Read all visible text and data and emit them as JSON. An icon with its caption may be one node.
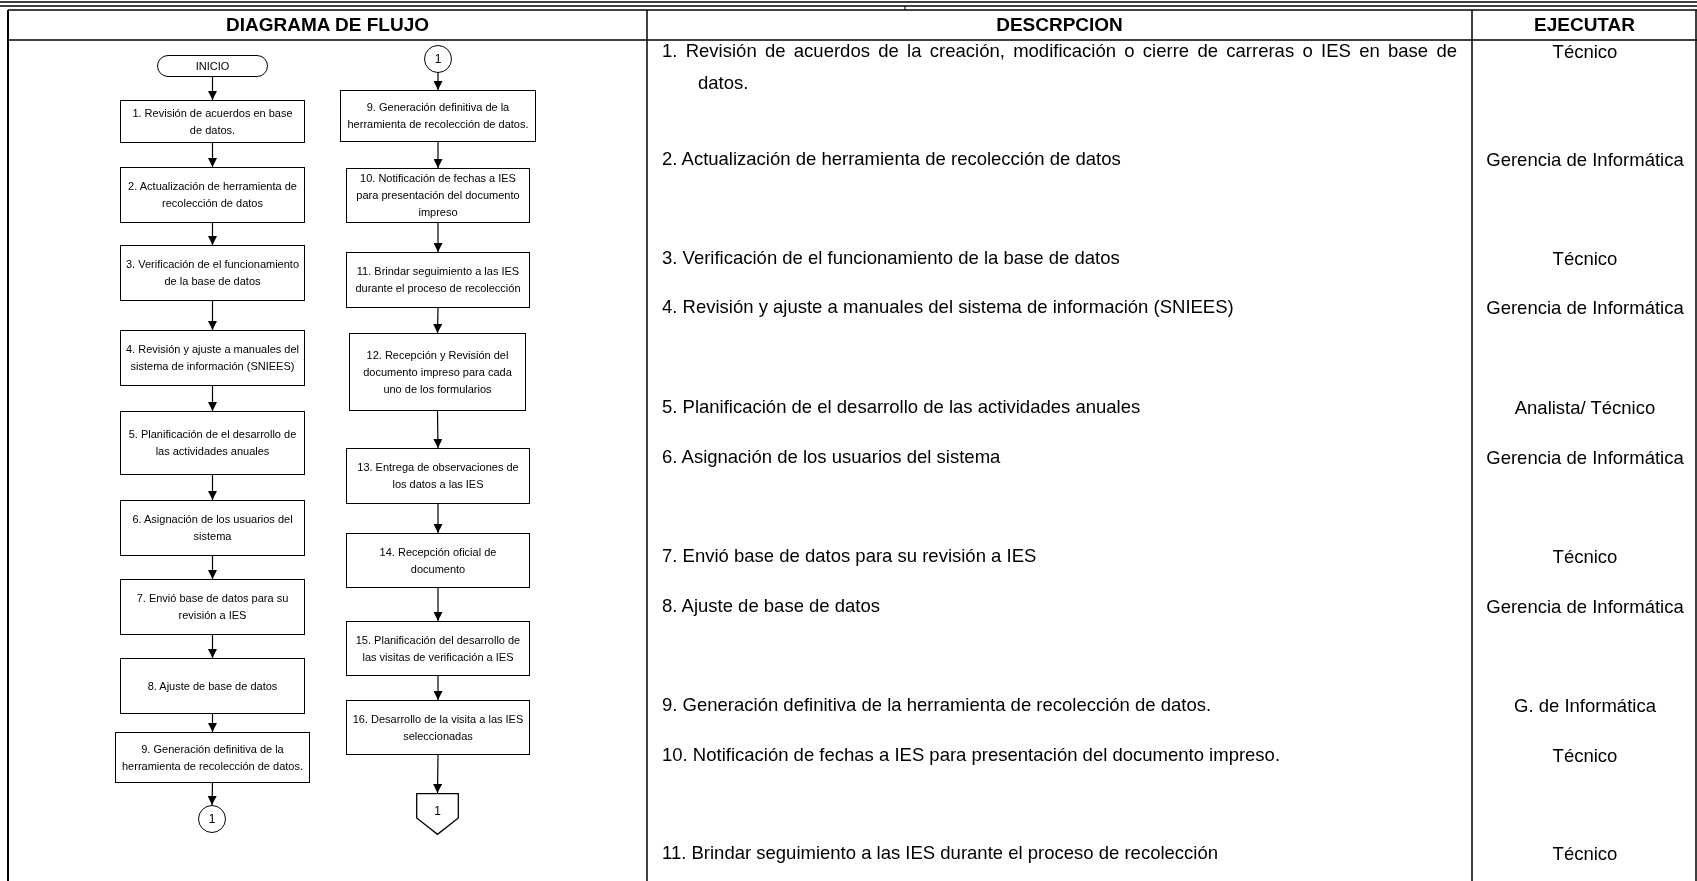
{
  "diagram": {
    "nodes": [
      {
        "text": [
          "INICIO"
        ]
      },
      {
        "text": [
          "1. Revisión de acuerdos  en base de datos."
        ]
      },
      {
        "text": [
          "2. Actualización  de herramienta de recolección de datos"
        ]
      },
      {
        "text": [
          "3. Verificación de  el funcionamiento de la base de datos"
        ]
      },
      {
        "text": [
          "4. Revisión y ajuste a manuales del sistema de información (SNIEES)"
        ]
      },
      {
        "text": [
          "5. Planificación de el desarrollo de las actividades anuales"
        ]
      },
      {
        "text": [
          "6. Asignación de los usuarios del sistema"
        ]
      },
      {
        "text": [
          "7. Envió base de datos para su revisión a IES"
        ]
      },
      {
        "text": [
          "8. Ajuste de base de datos"
        ]
      },
      {
        "text": [
          "9. Generación definitiva de la herramienta de recolección de datos."
        ]
      },
      {
        "text": [
          "1"
        ]
      },
      {
        "text": [
          "1"
        ]
      },
      {
        "text": [
          "9. Generación definitiva de la herramienta de recolección de datos."
        ]
      },
      {
        "text": [
          "10. Notificación  de fechas a IES para presentación del documento impreso"
        ]
      },
      {
        "text": [
          "11. Brindar seguimiento a las IES durante el proceso de recolección"
        ]
      },
      {
        "text": [
          "12. Recepción y Revisión del documento impreso para cada uno de los formularios"
        ]
      },
      {
        "text": [
          "13. Entrega de observaciones de los datos a las IES"
        ]
      },
      {
        "text": [
          "14. Recepción oficial de documento"
        ]
      },
      {
        "text": [
          "15. Planificación del desarrollo de las visitas de verificación a IES"
        ]
      },
      {
        "text": [
          "16. Desarrollo de la visita a las IES  seleccionadas"
        ]
      },
      {
        "text": [
          "1"
        ]
      }
    ],
    "edges": [
      {
        "from": 0,
        "to": 1,
        "arrow": "to"
      },
      {
        "from": 1,
        "to": 2,
        "arrow": "to"
      },
      {
        "from": 2,
        "to": 3,
        "arrow": "to"
      },
      {
        "from": 3,
        "to": 4,
        "arrow": "to"
      },
      {
        "from": 4,
        "to": 5,
        "arrow": "to"
      },
      {
        "from": 5,
        "to": 6,
        "arrow": "to"
      },
      {
        "from": 6,
        "to": 7,
        "arrow": "to"
      },
      {
        "from": 7,
        "to": 8,
        "arrow": "to"
      },
      {
        "from": 8,
        "to": 9,
        "arrow": "to"
      },
      {
        "from": 9,
        "to": 10,
        "arrow": "to"
      },
      {
        "from": 11,
        "to": 12,
        "arrow": "to"
      },
      {
        "from": 12,
        "to": 13,
        "arrow": "to"
      },
      {
        "from": 13,
        "to": 14,
        "arrow": "to"
      },
      {
        "from": 14,
        "to": 15,
        "arrow": "to"
      },
      {
        "from": 15,
        "to": 16,
        "arrow": "to"
      },
      {
        "from": 16,
        "to": 17,
        "arrow": "to"
      },
      {
        "from": 17,
        "to": 18,
        "arrow": "to"
      },
      {
        "from": 18,
        "to": 19,
        "arrow": "to"
      },
      {
        "from": 19,
        "to": 20,
        "arrow": "to"
      }
    ],
    "labels": [
      "DIAGRAMA DE FLUJO",
      "DESCRPCION",
      "EJECUTAR",
      "1. Revisión de acuerdos de la creación, modificación o cierre de carreras o IES en base de datos.",
      "Técnico",
      "2. Actualización  de herramienta de recolección de datos",
      "Gerencia de Informática",
      "3. Verificación de  el funcionamiento de la base de datos",
      "Técnico",
      "4. Revisión y ajuste a manuales del sistema de información (SNIEES)",
      "Gerencia de Informática",
      "5. Planificación de el desarrollo de las actividades anuales",
      "Analista/ Técnico",
      "6. Asignación de los  usuarios del sistema",
      "Gerencia de Informática",
      "7. Envió base de datos para su revisión a IES",
      "Técnico",
      "8. Ajuste de base de datos",
      "Gerencia de Informática",
      "9. Generación definitiva de la herramienta de recolección de datos.",
      "G. de Informática",
      "10. Notificación  de fechas a IES para presentación del documento impreso.",
      "Técnico",
      "11. Brindar seguimiento a las IES durante el proceso de recolección",
      "Técnico"
    ]
  }
}
